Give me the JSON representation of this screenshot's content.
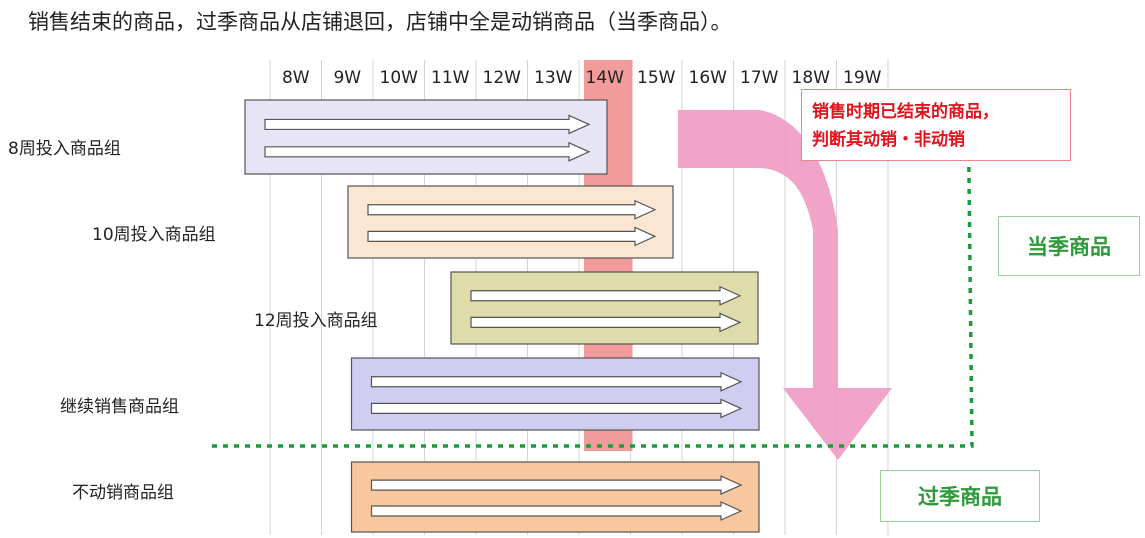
{
  "heading": "销售结束的商品，过季商品从店铺退回，店铺中全是动销商品（当季商品）。",
  "weeks": [
    "8W",
    "9W",
    "10W",
    "11W",
    "12W",
    "13W",
    "14W",
    "15W",
    "16W",
    "17W",
    "18W",
    "19W"
  ],
  "highlight_week": "14W",
  "groups": [
    {
      "label": "8周投入商品组",
      "start_week": "8W",
      "end_week": "14W",
      "fill": "#e6e4f5"
    },
    {
      "label": "10周投入商品组",
      "start_week": "10W",
      "end_week": "16W",
      "fill": "#fbe6d2"
    },
    {
      "label": "12周投入商品组",
      "start_week": "12W",
      "end_week": "18W",
      "fill": "#dedcab"
    },
    {
      "label": "继续销售商品组",
      "start_week": "9W",
      "end_week": "18W",
      "fill": "#cfcdf0"
    },
    {
      "label": "不动销商品组",
      "start_week": "9W",
      "end_week": "18W",
      "fill": "#f8c79e"
    }
  ],
  "note": {
    "line1": "销售时期已结束的商品，",
    "line2": "判断其动销・非动销"
  },
  "current_season": "当季商品",
  "past_season": "过季商品",
  "colors": {
    "highlight": "#f08a8a",
    "curve_arrow": "#f09ac3",
    "dotted_line": "#1f9a3a",
    "bar_border": "#555555",
    "note_text": "#e0141c",
    "season_text": "#2e9a3a"
  }
}
